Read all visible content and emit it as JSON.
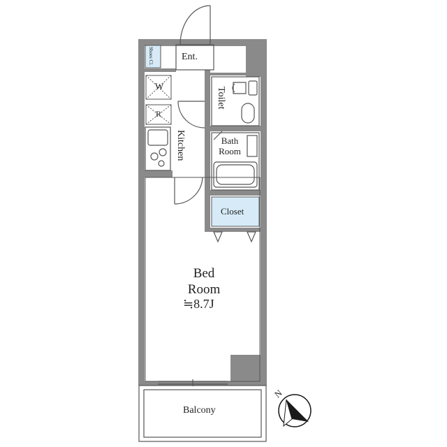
{
  "floor_plan": {
    "rooms": {
      "entrance": "Ent.",
      "shoes_closet": "Shoes Cl.",
      "washer": "W",
      "refrigerator": "R",
      "kitchen": "Kitchen",
      "toilet": "Toilet",
      "bath_room": "Bath Room",
      "closet": "Closet",
      "bed_room_name": "Bed Room",
      "bed_room_size": "≒8.7J",
      "balcony": "Balcony"
    },
    "compass_label": "N",
    "colors": {
      "wall": "#8a8a8a",
      "closet_fill": "#d6ebf7",
      "line": "#555555",
      "compass": "#1a1a1a"
    }
  }
}
